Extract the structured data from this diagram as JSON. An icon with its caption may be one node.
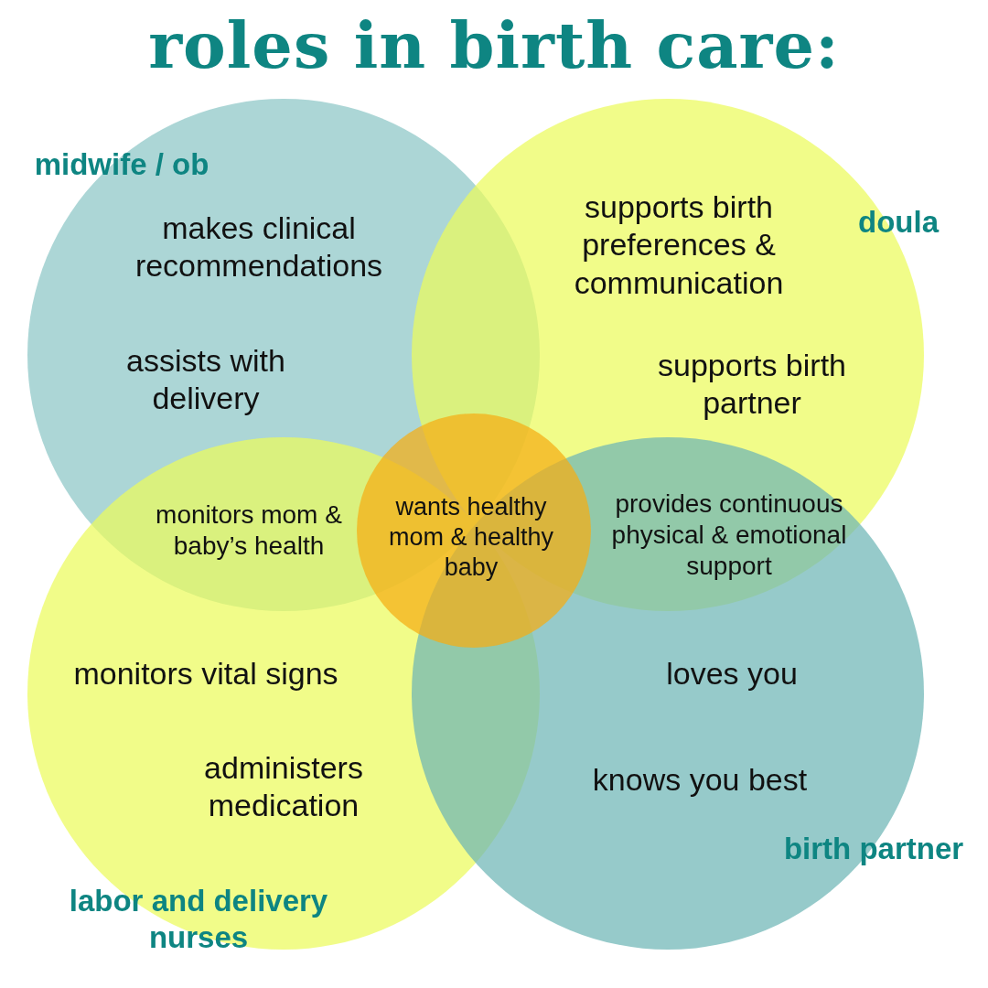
{
  "diagram": {
    "title": "roles in birth care:",
    "nodes": [
      {
        "text": [
          "midwife / ob",
          "makes clinical recommendations",
          "assists with delivery"
        ]
      },
      {
        "text": [
          "supports birth preferences & communication",
          "doula",
          "supports birth partner"
        ]
      },
      {
        "text": [
          "monitors vital signs",
          "administers medication",
          "labor and delivery nurses"
        ]
      },
      {
        "text": [
          "loves you",
          "knows you best",
          "birth partner"
        ]
      },
      {
        "text": [
          "wants healthy mom & healthy baby"
        ]
      }
    ],
    "labels": [
      "monitors mom & baby’s health",
      "provides continuous physical & emotional support"
    ]
  }
}
